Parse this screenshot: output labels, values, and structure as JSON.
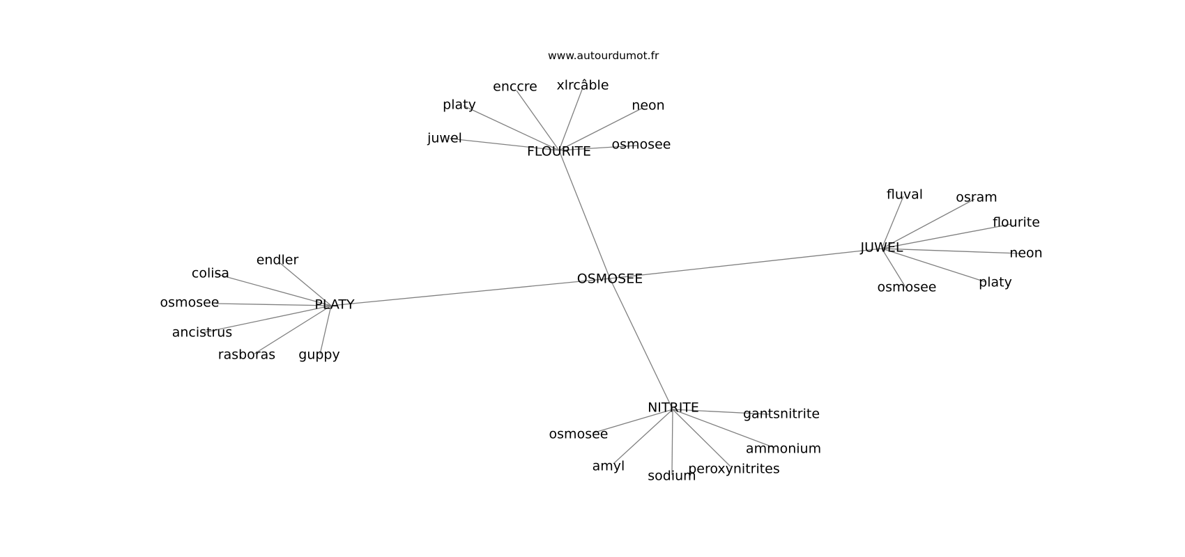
{
  "watermark": "www.autourdumot.fr",
  "graph": {
    "center": "OSMOSEE",
    "clusters": [
      {
        "id": "flourite",
        "hub": "FLOURITE",
        "leaves": [
          "juwel",
          "platy",
          "enccre",
          "xlrcâble",
          "neon",
          "osmosee"
        ]
      },
      {
        "id": "juwel",
        "hub": "JUWEL",
        "leaves": [
          "fluval",
          "osram",
          "flourite",
          "neon",
          "platy",
          "osmosee"
        ]
      },
      {
        "id": "platy",
        "hub": "PLATY",
        "leaves": [
          "endler",
          "colisa",
          "osmosee",
          "ancistrus",
          "rasboras",
          "guppy"
        ]
      },
      {
        "id": "nitrite",
        "hub": "NITRITE",
        "leaves": [
          "gantsnitrite",
          "ammonium",
          "peroxynitrites",
          "sodium",
          "amyl",
          "osmosee"
        ]
      }
    ]
  }
}
